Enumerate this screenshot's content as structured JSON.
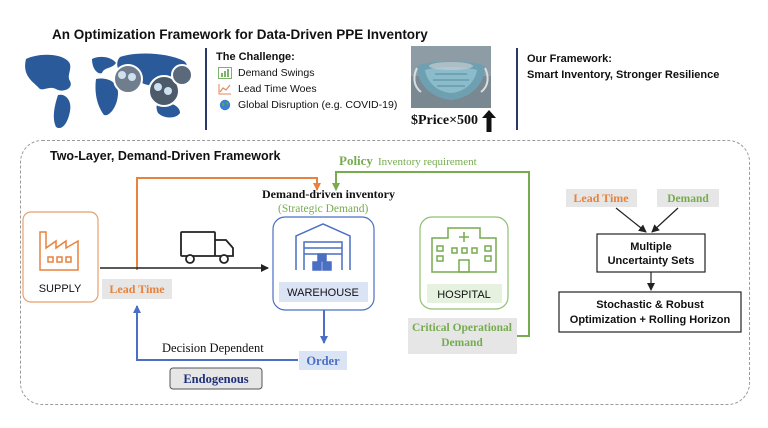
{
  "header": {
    "title": "An Optimization Framework for Data-Driven PPE Inventory",
    "challenge": {
      "heading": "The Challenge:",
      "items": [
        {
          "label": "Demand Swings",
          "icon": "chart-icon"
        },
        {
          "label": "Lead Time Woes",
          "icon": "line-chart-icon"
        },
        {
          "label": "Global Disruption (e.g. COVID-19)",
          "icon": "globe-icon"
        }
      ]
    },
    "price_label": "$Price×500",
    "framework": {
      "line1": "Our Framework:",
      "line2": "Smart Inventory, Stronger Resilience"
    }
  },
  "diagram": {
    "title": "Two-Layer, Demand-Driven Framework",
    "policy_label": "Policy",
    "policy_note": "Inventory requirement",
    "demand_driven_label": "Demand-driven inventory",
    "strategic_label": "(Strategic Demand)",
    "supply_label": "SUPPLY",
    "lead_time_label": "Lead Time",
    "warehouse_label": "WAREHOUSE",
    "hospital_label": "HOSPITAL",
    "critical_line1": "Critical Operational",
    "critical_line2": "Demand",
    "decision_label": "Decision Dependent",
    "order_label": "Order",
    "endogenous_label": "Endogenous",
    "right": {
      "lead_time_label": "Lead Time",
      "demand_label": "Demand",
      "uncertainty_line1": "Multiple",
      "uncertainty_line2": "Uncertainty Sets",
      "optimization_line1": "Stochastic & Robust",
      "optimization_line2": "Optimization + Rolling Horizon"
    }
  },
  "colors": {
    "orange": "#e8823c",
    "green": "#76ac4f",
    "blue": "#4a6fc4",
    "navy": "#1e2f7a"
  }
}
